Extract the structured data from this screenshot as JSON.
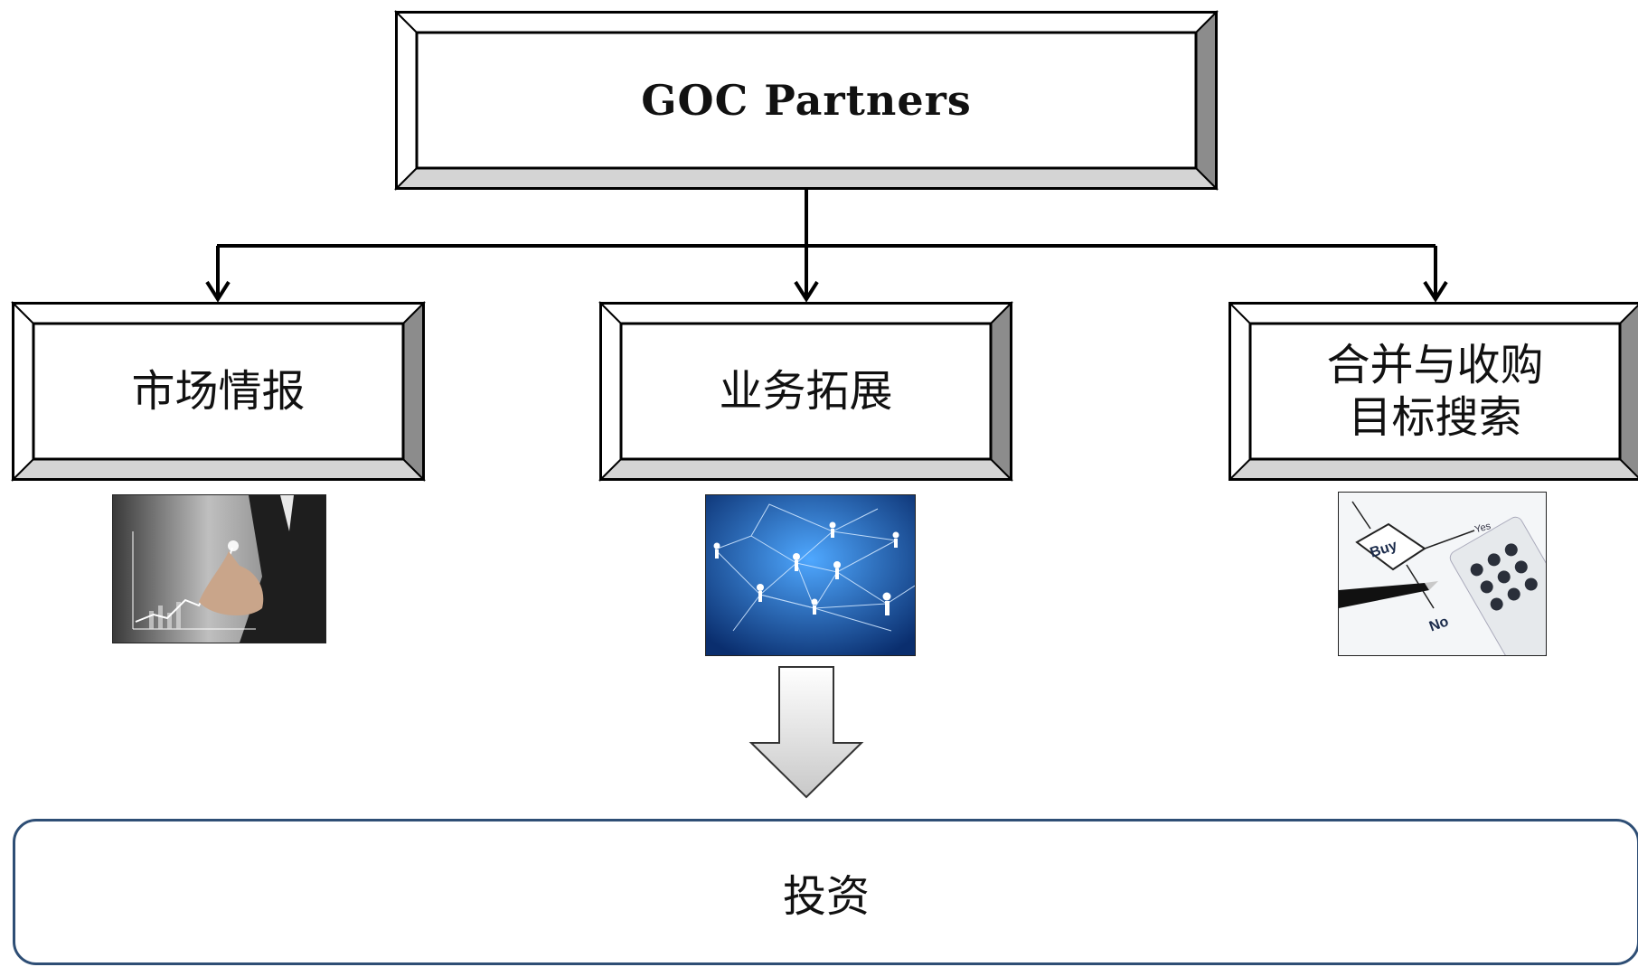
{
  "org_chart": {
    "root": {
      "label": "GOC Partners"
    },
    "children": [
      {
        "lines": [
          "市场情报"
        ],
        "image_icon": "finger-touch-chart-photo"
      },
      {
        "lines": [
          "业务拓展"
        ],
        "image_icon": "global-network-people-photo"
      },
      {
        "lines": [
          "合并与收购",
          "目标搜索"
        ],
        "image_icon": "buy-yes-no-calculator-photo"
      }
    ],
    "result": {
      "label": "投资"
    }
  },
  "photo_text": {
    "buy": "Buy",
    "yes": "Yes",
    "no": "No"
  },
  "colors": {
    "box_border": "#000000",
    "bevel_dark": "#8c8c8c",
    "bevel_light": "#d4d4d4",
    "result_border": "#2e4e75",
    "arrow_fill": "#dcdcdc"
  }
}
